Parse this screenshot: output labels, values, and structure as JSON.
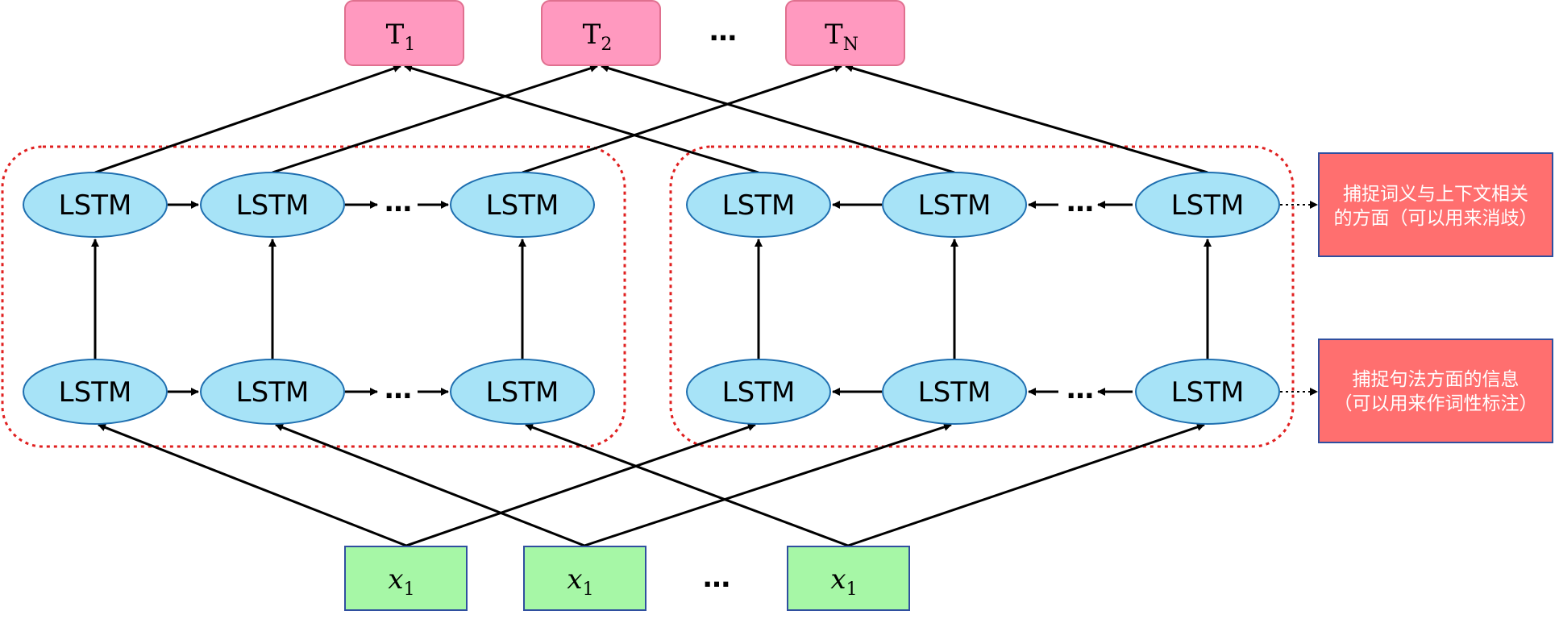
{
  "colors": {
    "lstm_fill": "#a7e3f7",
    "lstm_stroke": "#1f6fb0",
    "output_fill": "#ff99bf",
    "output_stroke": "#e0708f",
    "input_fill": "#a6f7a6",
    "input_stroke": "#2f4f9f",
    "note_fill": "#ff6f6f",
    "note_stroke": "#2f4f9f",
    "group_stroke": "#e02020",
    "line": "#000000"
  },
  "lstm_label": "LSTM",
  "ellipsis": "…",
  "outputs": [
    {
      "base": "T",
      "sub": "1"
    },
    {
      "base": "T",
      "sub": "2"
    },
    {
      "base": "T",
      "sub": "N"
    }
  ],
  "inputs": [
    {
      "base": "x",
      "sub": "1"
    },
    {
      "base": "x",
      "sub": "1"
    },
    {
      "base": "x",
      "sub": "1"
    }
  ],
  "notes": {
    "top": [
      "捕捉词义与上下文相关",
      "的方面（可以用来消歧）"
    ],
    "bottom": [
      "捕捉句法方面的信息",
      "（可以用来作词性标注）"
    ]
  }
}
